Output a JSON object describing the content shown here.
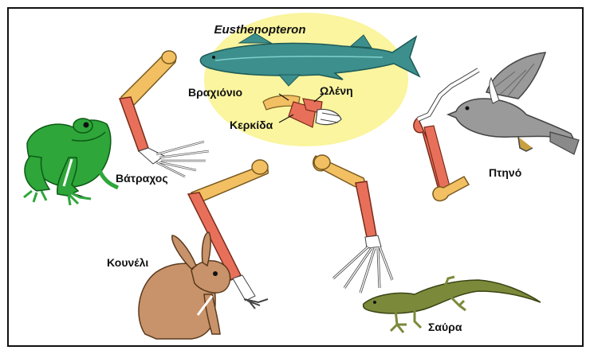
{
  "labels": {
    "fish": "Eusthenopteron",
    "humerus": "Βραχιόνιο",
    "ulna": "Ωλένη",
    "radius": "Κερκίδα",
    "frog": "Βάτραχος",
    "bird": "Πτηνό",
    "rabbit": "Κουνέλι",
    "lizard": "Σαύρα"
  },
  "colors": {
    "humerus": "#f2c062",
    "radius_ulna": "#e8705a",
    "hand": "#ffffff",
    "frog": "#2ea63a",
    "bird": "#9a9a9a",
    "rabbit": "#c8936a",
    "lizard": "#7a8a3a",
    "fish": "#3c8f8c",
    "ellipse": "#faf59e"
  }
}
